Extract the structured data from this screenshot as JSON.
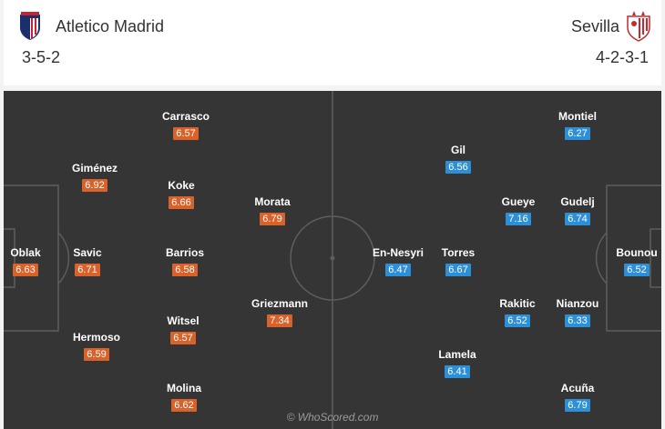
{
  "home": {
    "name": "Atletico Madrid",
    "formation": "3-5-2",
    "rating_color": "#d9622b",
    "players": [
      {
        "name": "Oblak",
        "rating": "6.63"
      },
      {
        "name": "Giménez",
        "rating": "6.92"
      },
      {
        "name": "Savic",
        "rating": "6.71"
      },
      {
        "name": "Hermoso",
        "rating": "6.59"
      },
      {
        "name": "Carrasco",
        "rating": "6.57"
      },
      {
        "name": "Koke",
        "rating": "6.66"
      },
      {
        "name": "Barrios",
        "rating": "6.58"
      },
      {
        "name": "Witsel",
        "rating": "6.57"
      },
      {
        "name": "Molina",
        "rating": "6.62"
      },
      {
        "name": "Morata",
        "rating": "6.79"
      },
      {
        "name": "Griezmann",
        "rating": "7.34"
      }
    ]
  },
  "away": {
    "name": "Sevilla",
    "formation": "4-2-3-1",
    "rating_color": "#2d8fd5",
    "players": [
      {
        "name": "Bounou",
        "rating": "6.52"
      },
      {
        "name": "Montiel",
        "rating": "6.27"
      },
      {
        "name": "Gudelj",
        "rating": "6.74"
      },
      {
        "name": "Nianzou",
        "rating": "6.33"
      },
      {
        "name": "Acuña",
        "rating": "6.79"
      },
      {
        "name": "Gueye",
        "rating": "7.16"
      },
      {
        "name": "Rakitic",
        "rating": "6.52"
      },
      {
        "name": "Gil",
        "rating": "6.56"
      },
      {
        "name": "Torres",
        "rating": "6.67"
      },
      {
        "name": "Lamela",
        "rating": "6.41"
      },
      {
        "name": "En-Nesyri",
        "rating": "6.47"
      }
    ]
  },
  "watermark": "© WhoScored.com",
  "colors": {
    "pitch": "#353535",
    "lines": "#5e5e5e"
  },
  "icons": {
    "home_crest": "atletico-madrid-crest",
    "away_crest": "sevilla-crest"
  }
}
